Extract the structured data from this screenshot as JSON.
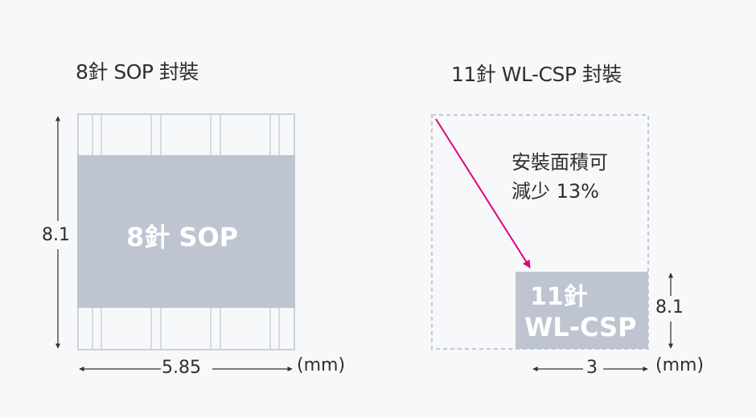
{
  "colors": {
    "background": "#f7f8fa",
    "package_fill": "#bfc4d1",
    "outline": "#ccd0da",
    "dashed_outline": "#c4c8d2",
    "arrow_magenta": "#e0007f",
    "dimension_arrow": "#333333",
    "text": "#2f2f2f",
    "label_on_package": "#ffffff"
  },
  "left": {
    "title": "8針 SOP 封裝",
    "package_label": "8針 SOP",
    "height_dim": "8.1",
    "width_dim": "5.85",
    "unit": "(mm)"
  },
  "right": {
    "title": "11針 WL-CSP 封裝",
    "package_label_line1": "11針",
    "package_label_line2": "WL-CSP",
    "annotation_line1": "安裝面積可",
    "annotation_line2": "減少 13%",
    "height_dim": "8.1",
    "width_dim": "3",
    "unit": "(mm)"
  }
}
